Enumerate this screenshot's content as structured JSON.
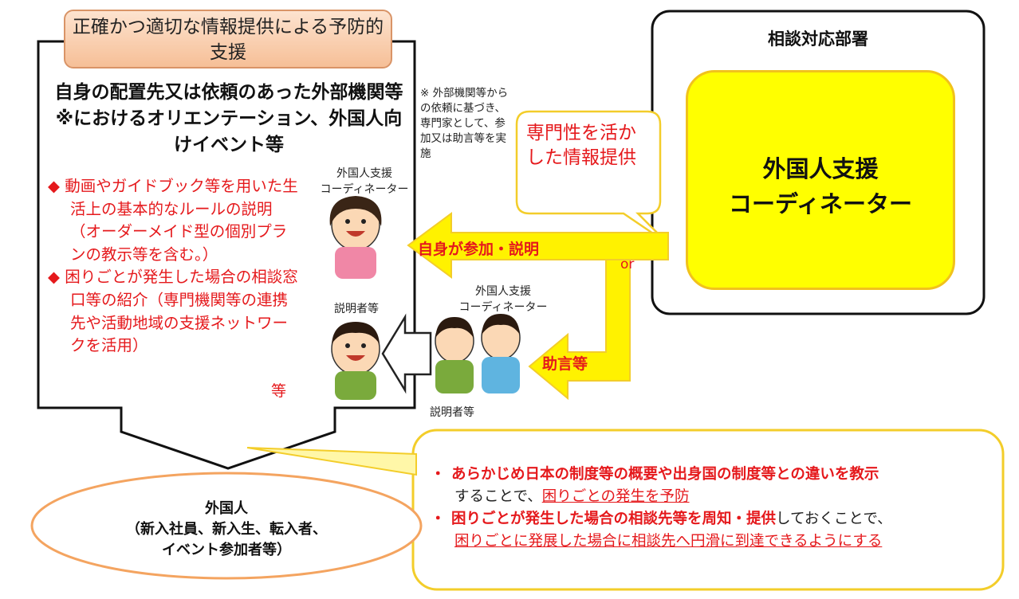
{
  "header_label": "正確かつ適切な情報提供による予防的支援",
  "main_title": "自身の配置先又は依頼のあった外部機関等※におけるオリエンテーション、外国人向けイベント等",
  "note": "※ 外部機関等からの依頼に基づき、専門家として、参加又は助言等を実施",
  "bullets": [
    "◆ 動画やガイドブック等を用いた生活上の基本的なルールの説明（オーダーメイド型の個別プランの教示等を含む。）",
    "◆ 困りごとが発生した場合の相談窓口等の紹介（専門機関等の連携先や活動地域の支援ネットワークを活用）"
  ],
  "bullets_suffix": "等",
  "figures": {
    "coordinator_label_1": "外国人支援\nコーディネーター",
    "explainer_label_1": "説明者等",
    "coordinator_label_2": "外国人支援\nコーディネーター",
    "explainer_label_2": "説明者等"
  },
  "department": {
    "title": "相談対応部署",
    "coordinator": "外国人支援\nコーディネーター"
  },
  "speech_bubble": "専門性を活かした情報提供",
  "arrows": {
    "self_participate": "自身が参加・説明",
    "or": "or",
    "advice": "助言等"
  },
  "foreigner": {
    "title": "外国人",
    "detail": "（新入社員、新入生、転入者、\nイベント参加者等）"
  },
  "outcomes": [
    {
      "bold": "あらかじめ日本の制度等の概要や出身国の制度等との違いを教示",
      "rest": "することで、",
      "underline": "困りごとの発生を予防"
    },
    {
      "bold": "困りごとが発生した場合の相談先等を周知・提供",
      "rest": "しておくことで、",
      "underline": "困りごとに発展した場合に相談先へ円滑に到達できるようにする"
    }
  ],
  "colors": {
    "accent_red": "#e5191c",
    "yellow": "#ffff00",
    "arrow_yellow": "#fff200",
    "orange_border": "#f4a460"
  }
}
